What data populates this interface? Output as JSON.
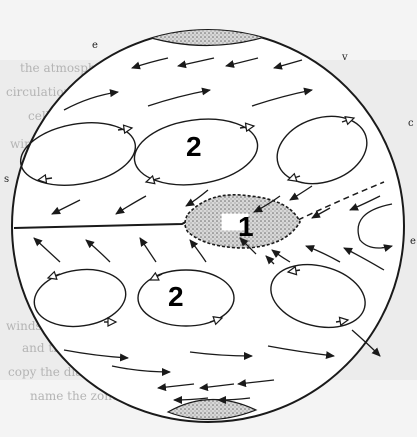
{
  "diagram": {
    "labels": [
      {
        "id": "zone-1",
        "text": "1"
      },
      {
        "id": "zone-2-north",
        "text": "2"
      },
      {
        "id": "zone-2-south",
        "text": "2"
      }
    ],
    "edge_glyphs": {
      "top_left": "e",
      "top_right": "v",
      "right_upper": "c",
      "left_mid": "s",
      "right_mid": "e"
    },
    "colors": {
      "ink": "#1a1a1a",
      "disc": "#ffffff",
      "scan_shadow": "#cfcfcf",
      "stipple": "#8a8a8a",
      "answer_box": "#ffffff"
    },
    "background_text_lines": [
      "the atmosphere is in motion",
      "circulation of the air",
      "cells of the general",
      "wind belts and pressure",
      "winds at the surface",
      "and the pattern of",
      "copy the diagram",
      "name the zones"
    ]
  }
}
